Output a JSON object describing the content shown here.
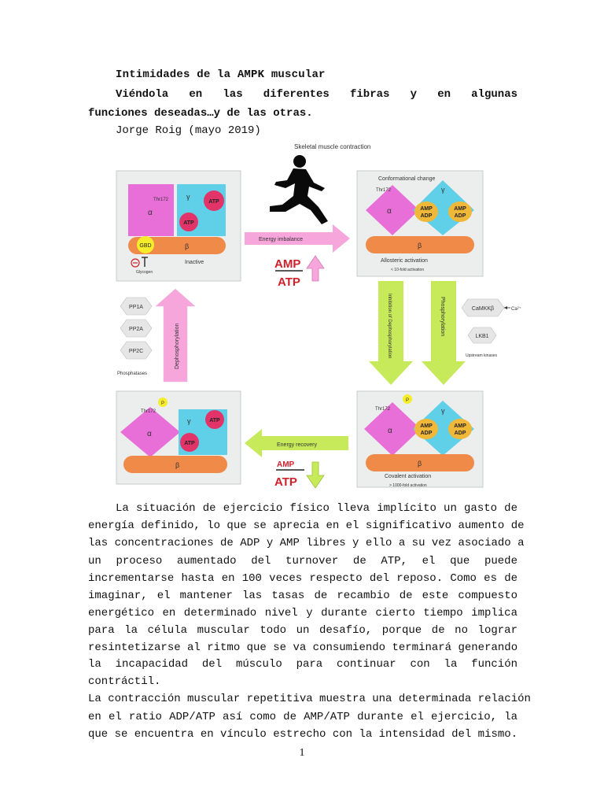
{
  "header": {
    "title": "Intimidades de la AMPK muscular",
    "subtitle_line1": "Viéndola en las diferentes fibras y en algunas",
    "subtitle_line2": "funciones deseadas…y de las otras.",
    "author": "Jorge Roig (mayo 2019)"
  },
  "figure": {
    "top_label": "Skeletal muscle contraction",
    "panel_tl": {
      "thr": "Thr172",
      "alpha": "α",
      "gamma": "γ",
      "atp1": "ATP",
      "atp2": "ATP",
      "gbd": "GBD",
      "beta": "β",
      "state": "Inactive",
      "glycogen": "Glycogen"
    },
    "panel_tr": {
      "header": "Conformational change",
      "thr": "Thr172",
      "alpha": "α",
      "gamma": "γ",
      "amp1": "AMP",
      "adp1": "ADP",
      "amp2": "AMP",
      "adp2": "ADP",
      "beta": "β",
      "state": "Allosteric activation",
      "fold": "< 10-fold activation"
    },
    "panel_bl": {
      "p": "P",
      "thr": "Thr172",
      "alpha": "α",
      "gamma": "γ",
      "atp1": "ATP",
      "atp2": "ATP",
      "beta": "β"
    },
    "panel_br": {
      "p": "P",
      "thr": "Thr172",
      "alpha": "α",
      "gamma": "γ",
      "amp1": "AMP",
      "adp1": "ADP",
      "amp2": "AMP",
      "adp2": "ADP",
      "beta": "β",
      "state": "Covalent activation",
      "fold": "> 1000-fold activation"
    },
    "arrows": {
      "energy_imbalance": "Energy imbalance",
      "energy_recovery": "Energy recovery",
      "dephosphorylation": "Dephosphorylation",
      "inhibition": "Inhibition of Dephosphorylation",
      "phosphorylation": "Phosphorylation"
    },
    "ratio": {
      "amp": "AMP",
      "atp": "ATP"
    },
    "phosphatases": {
      "items": [
        "PP1A",
        "PP2A",
        "PP2C"
      ],
      "label": "Phosphatases"
    },
    "kinases": {
      "camkk": "CaMKKβ",
      "ca": "Ca²⁺",
      "lkb1": "LKB1",
      "label": "Upstream kinases"
    },
    "colors": {
      "alpha": "#e86ed8",
      "gamma": "#5fd0e8",
      "beta": "#f08a48",
      "atp": "#e23468",
      "amp": "#f0b838",
      "pink_arrow": "#f7a6dc",
      "green_arrow": "#c6ea5a",
      "panel": "#eceeee"
    }
  },
  "body": {
    "lines": [
      "La situación de ejercicio físico lleva implícito un gasto de",
      "energía definido, lo que se aprecia en el significativo aumento de",
      "las concentraciones de ADP y AMP libres y ello a su vez asociado a",
      "un proceso aumentado del turnover de ATP, el que puede",
      "incrementarse hasta en 100 veces respecto del reposo. Como es de",
      "imaginar, el mantener las tasas de recambio de este compuesto",
      "energético en determinado nivel y durante cierto tiempo implica",
      "para la célula muscular todo un desafío, porque de no lograr",
      "resintetizarse al ritmo que se va consumiendo terminará generando",
      "la incapacidad del músculo para continuar con la función",
      "contráctil.",
      "La contracción muscular repetitiva muestra una determinada relación",
      "en el ratio ADP/ATP así como de AMP/ATP durante el ejercicio, la",
      "que se encuentra en vínculo estrecho con la intensidad del mismo."
    ]
  },
  "page_number": "1"
}
